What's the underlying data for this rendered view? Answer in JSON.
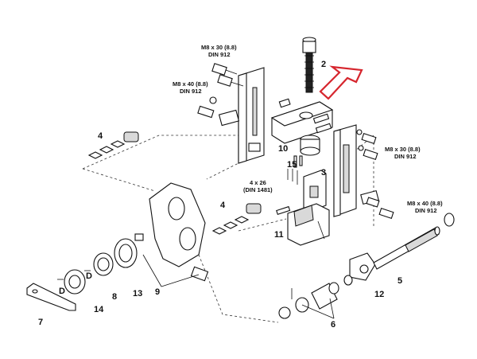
{
  "diagram": {
    "accent_color": "#d6262e",
    "line_color": "#111111",
    "shade_color": "#d9d9d9",
    "bolt_specs": {
      "top_left_1": "M8 x 30 (8.8)",
      "top_left_2": "DIN 912",
      "mid_left_1": "M8 x 40 (8.8)",
      "mid_left_2": "DIN 912",
      "right_top_1": "M8 x 30 (8.8)",
      "right_top_2": "DIN 912",
      "right_bottom_1": "M8 x 40 (8.8)",
      "right_bottom_2": "DIN 912",
      "pin_1": "4 x 26",
      "pin_2": "(DIN 1481)"
    },
    "part_labels": {
      "p2": "2",
      "p3": "3",
      "p4a": "4",
      "p4b": "4",
      "p5": "5",
      "p6": "6",
      "p7": "7",
      "p8": "8",
      "p9": "9",
      "p10": "10",
      "p11": "11",
      "p12": "12",
      "p13": "13",
      "p14": "14",
      "p15": "15",
      "d1": "D",
      "d2": "D"
    }
  }
}
